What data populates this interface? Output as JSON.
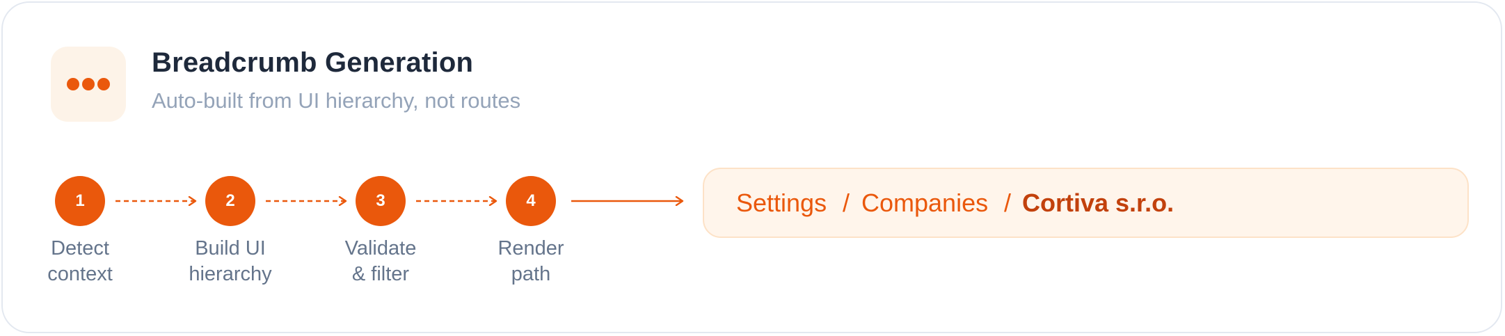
{
  "header": {
    "icon": "ellipsis-icon",
    "title": "Breadcrumb Generation",
    "subtitle": "Auto-built from UI hierarchy, not routes"
  },
  "steps": [
    {
      "number": "1",
      "label_line1": "Detect",
      "label_line2": "context"
    },
    {
      "number": "2",
      "label_line1": "Build UI",
      "label_line2": "hierarchy"
    },
    {
      "number": "3",
      "label_line1": "Validate",
      "label_line2": "& filter"
    },
    {
      "number": "4",
      "label_line1": "Render",
      "label_line2": "path"
    }
  ],
  "breadcrumb": {
    "items": [
      "Settings",
      "Companies"
    ],
    "separator": "/",
    "current": "Cortiva s.r.o."
  },
  "colors": {
    "accent": "#ea580c",
    "accent_dark": "#c2410c",
    "title": "#1e293b",
    "subtitle": "#94a3b8",
    "label": "#64748b",
    "card_border": "#e3e8f0",
    "result_bg": "#fff5eb",
    "result_border": "#fde2c7",
    "icon_bg": "#fdf3e8"
  }
}
